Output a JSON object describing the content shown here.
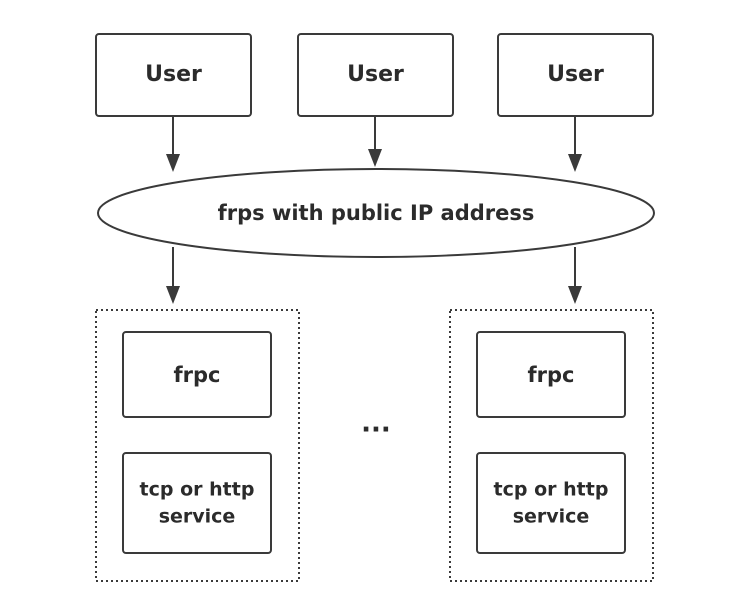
{
  "users": [
    {
      "label": "User"
    },
    {
      "label": "User"
    },
    {
      "label": "User"
    }
  ],
  "server": {
    "label": "frps with public IP address"
  },
  "clients": [
    {
      "frpc_label": "frpc",
      "service_line1": "tcp or http",
      "service_line2": "service"
    },
    {
      "frpc_label": "frpc",
      "service_line1": "tcp or http",
      "service_line2": "service"
    }
  ],
  "ellipsis": "..."
}
